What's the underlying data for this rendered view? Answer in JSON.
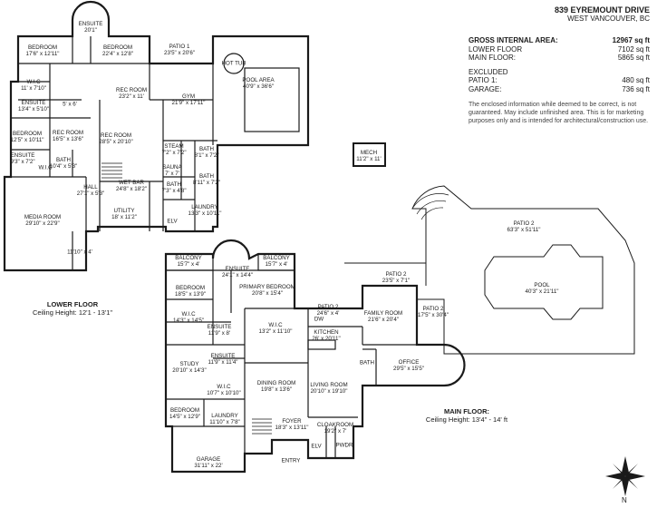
{
  "header": {
    "address": "839 EYREMOUNT DRIVE",
    "city": "WEST VANCOUVER, BC"
  },
  "area_summary": {
    "title": "GROSS INTERNAL AREA:",
    "total": "12967 sq ft",
    "lower_label": "LOWER FLOOR",
    "lower_value": "7102 sq ft",
    "main_label": "MAIN FLOOR:",
    "main_value": "5865 sq ft",
    "excluded_label": "EXCLUDED",
    "patio_label": "PATIO 1:",
    "patio_value": "480 sq ft",
    "garage_label": "GARAGE:",
    "garage_value": "736 sq ft"
  },
  "disclaimer": "The enclosed information while deemed to be correct, is not guaranteed. May include unfinished area. This is for marketing purposes only and is intended for architectural/construction use.",
  "lower_floor": {
    "name": "LOWER FLOOR",
    "ceiling": "Ceiling Height: 12'1 - 13'1\""
  },
  "main_floor": {
    "name": "MAIN FLOOR:",
    "ceiling": "Ceiling Height: 13'4\" - 14' ft"
  },
  "compass_label": "N",
  "rooms": [
    {
      "id": "lf-bedroom-1",
      "name": "BEDROOM",
      "dims": "17'6\" x 12'11\""
    },
    {
      "id": "lf-ensuite-round",
      "name": "ENSUITE",
      "dims": "20'1\""
    },
    {
      "id": "lf-bedroom-2",
      "name": "BEDROOM",
      "dims": "22'4\" x 12'8\""
    },
    {
      "id": "lf-patio-1",
      "name": "PATIO 1",
      "dims": "23'5\" x 20'6\""
    },
    {
      "id": "lf-hot-tub",
      "name": "HOT TUB",
      "dims": ""
    },
    {
      "id": "lf-pool-area",
      "name": "POOL AREA",
      "dims": "40'9\" x 36'6\""
    },
    {
      "id": "lf-wic-1",
      "name": "W.I.C",
      "dims": "11' x 7'10\""
    },
    {
      "id": "lf-rec-room-1",
      "name": "REC ROOM",
      "dims": "23'2\" x 11'"
    },
    {
      "id": "lf-gym",
      "name": "GYM",
      "dims": "21'9\" x 17'11\""
    },
    {
      "id": "lf-ensuite-2",
      "name": "ENSUITE",
      "dims": "13'4\" x 5'10\""
    },
    {
      "id": "lf-small-room",
      "name": "",
      "dims": "5' x 6'"
    },
    {
      "id": "lf-bedroom-3",
      "name": "BEDROOM",
      "dims": "12'5\" x 10'11\""
    },
    {
      "id": "lf-rec-room-2",
      "name": "REC ROOM",
      "dims": "16'5\" x 13'6\""
    },
    {
      "id": "lf-rec-room-3",
      "name": "REC ROOM",
      "dims": "28'5\" x 20'10\""
    },
    {
      "id": "lf-steam",
      "name": "STEAM",
      "dims": "7'2\" x 7'2\""
    },
    {
      "id": "lf-bath-1",
      "name": "BATH",
      "dims": "8'1\" x 7'2\""
    },
    {
      "id": "lf-sauna",
      "name": "SAUNA",
      "dims": "7' x 7'"
    },
    {
      "id": "lf-mech",
      "name": "MECH",
      "dims": "11'2\" x 11'"
    },
    {
      "id": "lf-ensuite-3",
      "name": "ENSUITE",
      "dims": "9'3\" x 7'2\""
    },
    {
      "id": "lf-wic-2",
      "name": "W.I.C",
      "dims": ""
    },
    {
      "id": "lf-bath-2",
      "name": "BATH",
      "dims": "10'4\" x 5'3\""
    },
    {
      "id": "lf-wet-bar",
      "name": "WET BAR",
      "dims": "24'8\" x 18'2\""
    },
    {
      "id": "lf-bath-3",
      "name": "BATH",
      "dims": "7'3\" x 4'8\""
    },
    {
      "id": "lf-bath-4",
      "name": "BATH",
      "dims": "8'11\" x 7'2\""
    },
    {
      "id": "lf-hall",
      "name": "HALL",
      "dims": "27'1\" x 5'3\""
    },
    {
      "id": "lf-media-room",
      "name": "MEDIA ROOM",
      "dims": "29'10\" x 22'9\""
    },
    {
      "id": "lf-utility",
      "name": "UTILITY",
      "dims": "18' x 11'2\""
    },
    {
      "id": "lf-elv",
      "name": "ELV",
      "dims": ""
    },
    {
      "id": "lf-laundry",
      "name": "LAUNDRY",
      "dims": "13'3\" x 10'11\""
    },
    {
      "id": "lf-closet",
      "name": "",
      "dims": "11'10\" x 4'"
    },
    {
      "id": "mf-patio-2-large",
      "name": "PATIO 2",
      "dims": "63'3\" x 51'11\""
    },
    {
      "id": "mf-pool",
      "name": "POOL",
      "dims": "40'3\" x 21'11\""
    },
    {
      "id": "mf-balcony-1",
      "name": "BALCONY",
      "dims": "15'7\" x 4'"
    },
    {
      "id": "mf-ensuite-round",
      "name": "ENSUITE",
      "dims": "24'1\" x 14'4\""
    },
    {
      "id": "mf-balcony-2",
      "name": "BALCONY",
      "dims": "15'7\" x 4'"
    },
    {
      "id": "mf-bedroom-1",
      "name": "BEDROOM",
      "dims": "18'5\" x 13'9\""
    },
    {
      "id": "mf-primary-bedroom",
      "name": "PRIMARY BEDROOM",
      "dims": "20'8\" x 15'4\""
    },
    {
      "id": "mf-patio-2-a",
      "name": "PATIO 2",
      "dims": "23'5\" x 7'1\""
    },
    {
      "id": "mf-patio-2-b",
      "name": "PATIO 2",
      "dims": "24'6\" x 4'"
    },
    {
      "id": "mf-patio-2-c",
      "name": "PATIO 2",
      "dims": "17'5\" x 30'4\""
    },
    {
      "id": "mf-wic-1",
      "name": "W.I.C",
      "dims": "14'3\" x 14'5\""
    },
    {
      "id": "mf-wic-2",
      "name": "W.I.C",
      "dims": "13'2\" x 11'10\""
    },
    {
      "id": "mf-family-room",
      "name": "FAMILY ROOM",
      "dims": "21'6\" x 20'4\""
    },
    {
      "id": "mf-ensuite-1",
      "name": "ENSUITE",
      "dims": "11'9\" x 8'"
    },
    {
      "id": "mf-kitchen",
      "name": "KITCHEN",
      "dims": "26' x 20'11\""
    },
    {
      "id": "mf-dw",
      "name": "DW",
      "dims": ""
    },
    {
      "id": "mf-ensuite-2",
      "name": "ENSUITE",
      "dims": "11'9\" x 11'4\""
    },
    {
      "id": "mf-study",
      "name": "STUDY",
      "dims": "20'10\" x 14'3\""
    },
    {
      "id": "mf-wic-3",
      "name": "W.I.C",
      "dims": "10'7\" x 10'10\""
    },
    {
      "id": "mf-dining-room",
      "name": "DINING ROOM",
      "dims": "19'8\" x 13'6\""
    },
    {
      "id": "mf-living-room",
      "name": "LIVING ROOM",
      "dims": "20'10\" x 19'10\""
    },
    {
      "id": "mf-bath",
      "name": "BATH",
      "dims": ""
    },
    {
      "id": "mf-office",
      "name": "OFFICE",
      "dims": "29'5\" x 15'5\""
    },
    {
      "id": "mf-bedroom-2",
      "name": "BEDROOM",
      "dims": "14'5\" x 12'9\""
    },
    {
      "id": "mf-laundry",
      "name": "LAUNDRY",
      "dims": "11'10\" x 7'8\""
    },
    {
      "id": "mf-foyer",
      "name": "FOYER",
      "dims": "18'3\" x 13'11\""
    },
    {
      "id": "mf-cloakroom",
      "name": "CLOAKROOM",
      "dims": "19'2\" x 7'"
    },
    {
      "id": "mf-elv",
      "name": "ELV",
      "dims": ""
    },
    {
      "id": "mf-pwdr",
      "name": "PWDR",
      "dims": ""
    },
    {
      "id": "mf-garage",
      "name": "GARAGE",
      "dims": "31'11\" x 22'"
    },
    {
      "id": "mf-entry",
      "name": "ENTRY",
      "dims": ""
    }
  ]
}
